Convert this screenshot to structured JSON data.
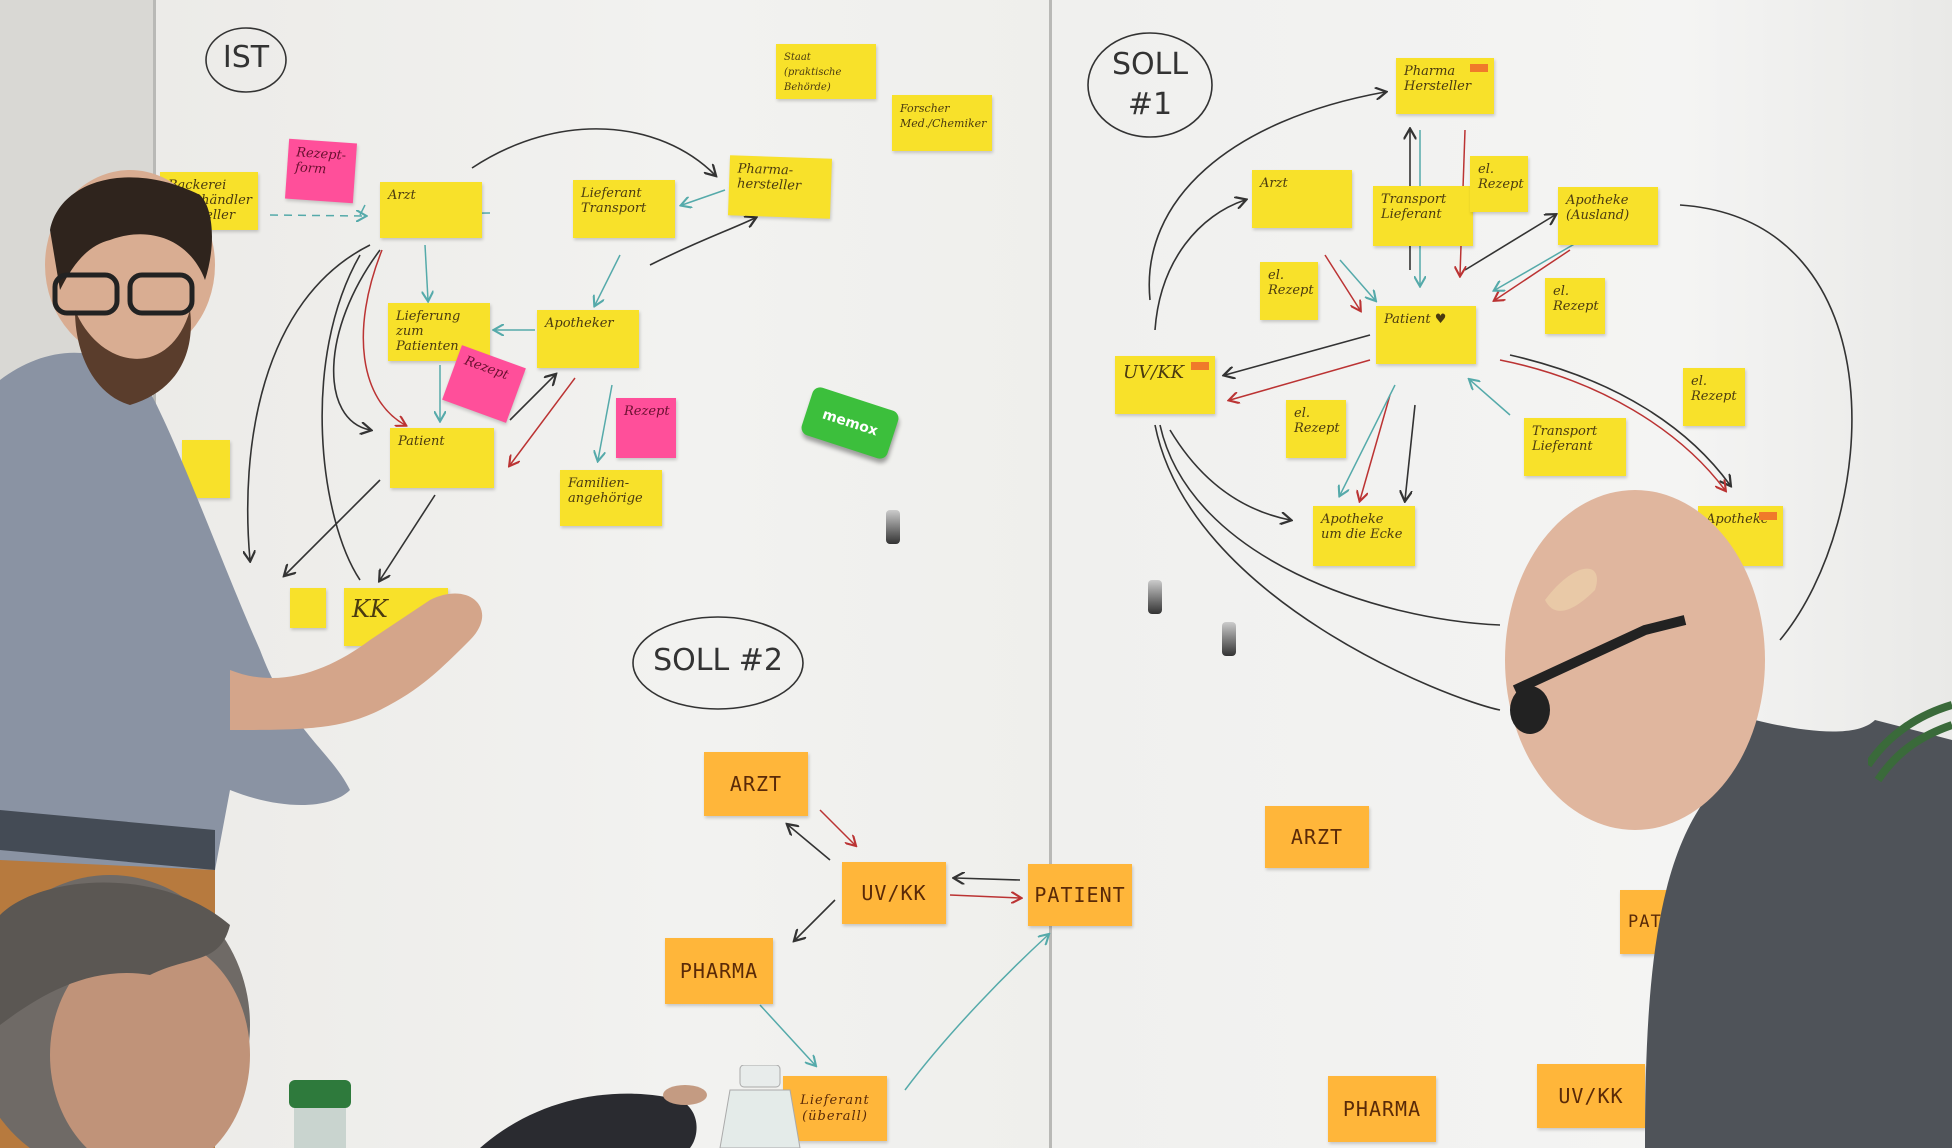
{
  "headings": {
    "ist": "IST",
    "soll1": "SOLL\n#1",
    "soll2": "SOLL #2"
  },
  "ist_notes": {
    "backerei": "Backerei\nGroßhändler\nHersteller",
    "rezeptform": "Rezept-\nform",
    "arzt": "Arzt",
    "lieferant": "Lieferant\nTransport",
    "pharma": "Pharma-\nhersteller",
    "staat": "Staat\n(praktische Behörde)",
    "forscher": "Forscher\nMed./Chemiker",
    "lieferung": "Lieferung zum\nPatienten",
    "apotheker": "Apotheker",
    "rezept_pink1": "Rezept",
    "patient": "Patient",
    "rezept_pink2": "Rezept",
    "familie": "Familien-\nangehörige",
    "kk": "KK"
  },
  "soll1_notes": {
    "pharma": "Pharma\nHersteller",
    "arzt": "Arzt",
    "transport_top": "Transport\nLieferant",
    "erezept_top": "el.\nRezept",
    "apotheke_ausland": "Apotheke\n(Ausland)",
    "erezept_left": "el.\nRezept",
    "erezept_mid": "el.\nRezept",
    "patient": "Patient ♥",
    "uvkk": "UV/KK",
    "erezept_right": "el.\nRezept",
    "erezept_lower": "el.\nRezept",
    "transport_lower": "Transport\nLieferant",
    "apotheke_ecke": "Apotheke\num die Ecke",
    "apotheke_right": "Apotheke"
  },
  "soll2_notes": {
    "arzt": "ARZT",
    "uvkk": "UV/KK",
    "patient": "PATIENT",
    "pharma": "PHARMA",
    "lieferant": "Lieferant\n(überall)"
  },
  "loose_notes": {
    "arzt": "ARZT",
    "patient_partial": "PATIEN",
    "pharma": "PHARMA",
    "uvkk": "UV/KK"
  },
  "eraser_label": "memox",
  "colors": {
    "yellow": "#f8e12a",
    "pink": "#ff4f9a",
    "orange": "#ffb63a",
    "board": "#efefec"
  }
}
